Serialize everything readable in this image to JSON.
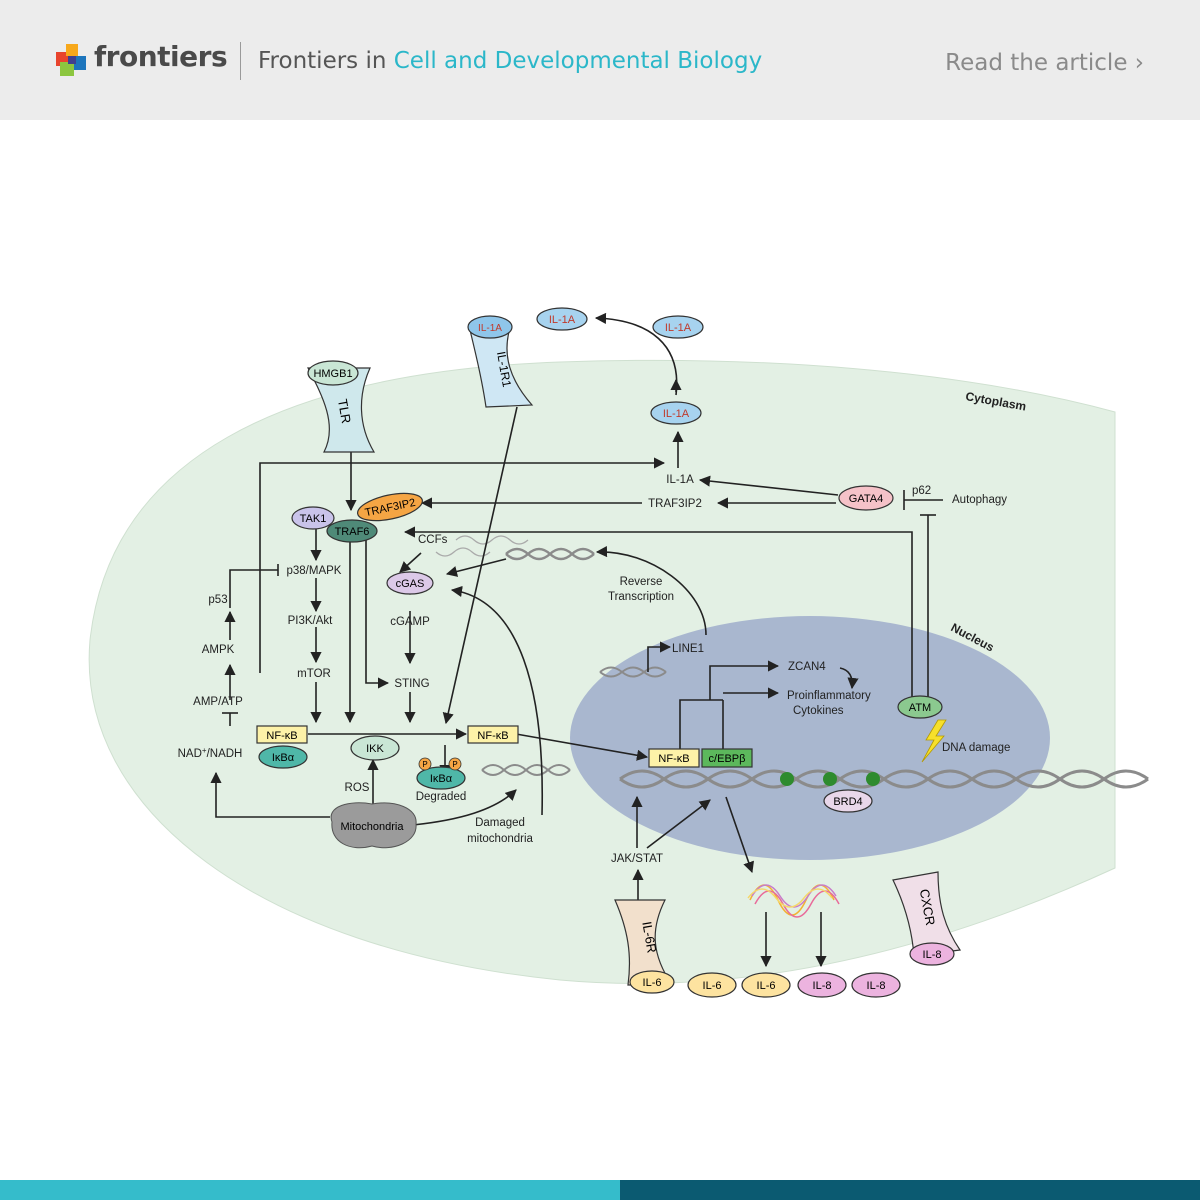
{
  "header": {
    "brand": "frontiers",
    "journal_prefix": "Frontiers in",
    "journal_name": "Cell and Developmental Biology",
    "cta": "Read the article ›"
  },
  "colors": {
    "header_bg": "#ececec",
    "accent_teal": "#2bb7c9",
    "footer_dark": "#0b5a71",
    "cytoplasm": "#e3f0e4",
    "nucleus": "#a9b7cf"
  },
  "diagram": {
    "compartments": {
      "cytoplasm": "Cytoplasm",
      "nucleus": "Nucleus"
    },
    "receptors": {
      "tlr": "TLR",
      "hmgb1": "HMGB1",
      "il1r1": "IL-1R1",
      "il1a_on_receptor": "IL-1A",
      "il6r": "IL-6R",
      "il6_on_receptor": "IL-6",
      "cxcr": "CXCR",
      "il8_on_receptor": "IL-8"
    },
    "secreted": {
      "il1a": "IL-1A",
      "il6": "IL-6",
      "il8": "IL-8"
    },
    "nodes": {
      "il1a_text": "IL-1A",
      "traf3ip2_text": "TRAF3IP2",
      "gata4": "GATA4",
      "p62": "p62",
      "autophagy": "Autophagy",
      "tak1": "TAK1",
      "traf3ip2": "TRAF3IP2",
      "traf6": "TRAF6",
      "ccfs": "CCFs",
      "cgas": "cGAS",
      "cgamp": "cGAMP",
      "sting": "STING",
      "p38": "p38/MAPK",
      "pi3k": "PI3K/Akt",
      "mtor": "mTOR",
      "p53": "p53",
      "ampk": "AMPK",
      "amp_atp": "AMP/ATP",
      "nad": "NAD",
      "nad_sup": "+",
      "nadh": "/NADH",
      "nfkb": "NF-κB",
      "ikba": "IκBα",
      "ikk": "IKK",
      "ros": "ROS",
      "p": "P",
      "degraded": "Degraded",
      "mitochondria": "Mitochondria",
      "damaged_1": "Damaged",
      "damaged_2": "mitochondria",
      "reverse_1": "Reverse",
      "reverse_2": "Transcription",
      "line1": "LINE1",
      "zcan4": "ZCAN4",
      "pro_1": "Proinflammatory",
      "pro_2": "Cytokines",
      "atm": "ATM",
      "dna_damage": "DNA damage",
      "cebpb": "c/EBPβ",
      "brd4": "BRD4",
      "jakstat": "JAK/STAT"
    }
  }
}
